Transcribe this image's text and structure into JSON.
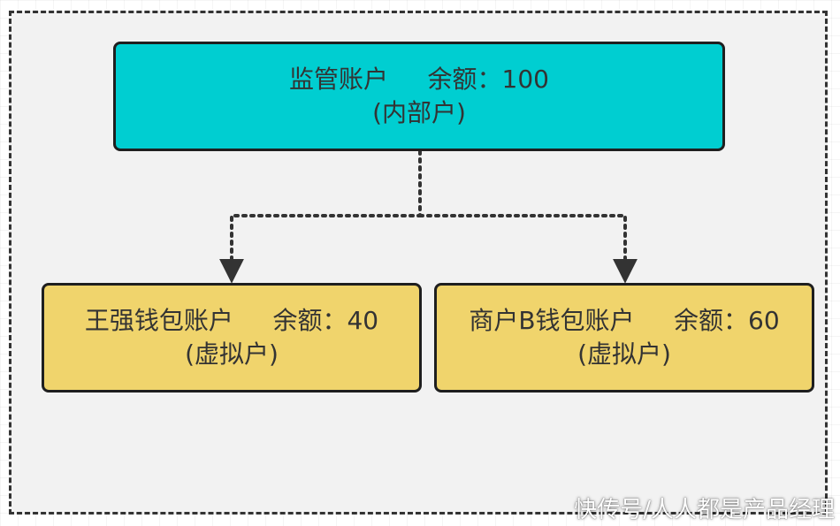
{
  "colors": {
    "top_fill": "#00CED1",
    "child_fill": "#F0D46C",
    "border": "#1F1F1F",
    "connector": "#333333"
  },
  "nodes": {
    "top": {
      "name": "监管账户",
      "balance": "余额：100",
      "type": "(内部户)"
    },
    "left": {
      "name": "王强钱包账户",
      "balance": "余额：40",
      "type": "(虚拟户)"
    },
    "right": {
      "name": "商户B钱包账户",
      "balance": "余额：60",
      "type": "(虚拟户)"
    }
  },
  "watermark": "快传号/人人都是产品经理"
}
